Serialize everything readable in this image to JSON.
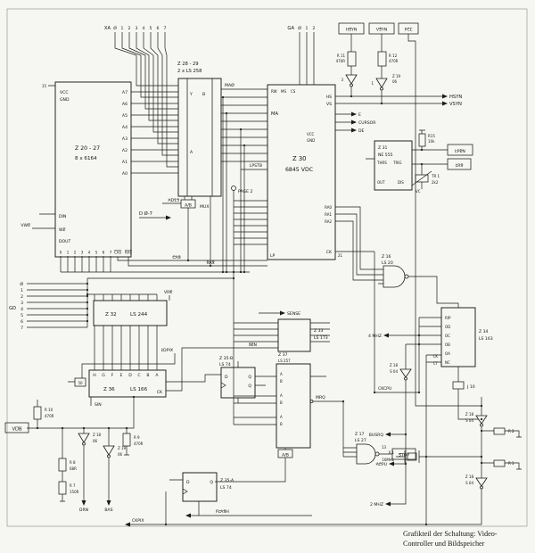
{
  "caption": {
    "line1": "Grafikteil der Schaltung: Video-",
    "line2": "Controller und Bildspeicher"
  },
  "buses": {
    "xa_label": "XA",
    "xa_bits": [
      "Ø",
      "1",
      "2",
      "3",
      "4",
      "5",
      "6",
      "7"
    ],
    "ga_label": "GA",
    "ga_bits": [
      "Ø",
      "1",
      "2"
    ],
    "gd_label": "GD",
    "gd_bits": [
      "Ø",
      "1",
      "2",
      "3",
      "4",
      "5",
      "6",
      "7"
    ],
    "d07_label": "D Ø-7"
  },
  "sync": {
    "hsyn_in": "HSYN",
    "vsyn_in": "VSYN",
    "pcl": "PCL",
    "r11_name": "R 11",
    "r11_value": "470R",
    "r12_name": "R 12",
    "r12_value": "470R",
    "gate3": "3",
    "gate1": "1",
    "z19_name": "Z 19",
    "z19_part": "06",
    "hsyn_out": "HSYN",
    "vsyn_out": "VSYN"
  },
  "ram": {
    "name": "Z 20 - 27",
    "part": "8 x 6164",
    "vcc": "VCC",
    "gnd": "GND",
    "pin15": "15",
    "addr": [
      "A7",
      "A6",
      "A5",
      "A4",
      "A3",
      "A2",
      "A1",
      "A0"
    ],
    "din": "DIN",
    "we": "WE",
    "vwe": "VWE",
    "dout": "DOUT",
    "cas": "CAS",
    "ras": "RAS",
    "bits": [
      "0",
      "1",
      "2",
      "3",
      "4",
      "5",
      "6",
      "7"
    ]
  },
  "mux": {
    "name": "Z 28 - 29",
    "part": "2 x LS 258",
    "col_y": "Y",
    "col_b": "B",
    "col_a": "A",
    "ab_a": "A/",
    "ab_b": "B",
    "mux_label": "MUX",
    "ad15": "AD15",
    "ma0": "MAØ"
  },
  "crtc": {
    "name": "Z 30",
    "part": "6845 VDC",
    "rw": "RW",
    "ms": "MS",
    "cs": "CS",
    "ma": "MA",
    "hs": "HS",
    "vs": "VS",
    "e": "E",
    "cursor": "CURSOR",
    "de": "DE",
    "vcc": "VCC",
    "gnd": "GND",
    "lpstb": "LPSTB",
    "lp": "LP",
    "ck": "CK",
    "pin21": "21",
    "ra0": "RA0",
    "ra1": "RA1",
    "ra2": "RA2",
    "page": "PAGE 2"
  },
  "timer": {
    "name": "Z 31",
    "part": "NE 555",
    "thrs": "THRS",
    "trig": "TRIG",
    "out": "OUT",
    "dis": "DIS",
    "r15_name": "R15",
    "r15_value": "10k",
    "tr1_name": "TR 1",
    "tr1_value": "2k2",
    "vc": "VC",
    "lpen": "LPEN",
    "lrs": "LRS"
  },
  "z16": {
    "name": "Z 16",
    "part": "LS 20"
  },
  "z17": {
    "name": "Z 17",
    "part": "LS 27",
    "pin13": "13",
    "stop": "STOP"
  },
  "z32": {
    "name": "Z 32",
    "part": "LS 244",
    "vre": "VRE"
  },
  "z33": {
    "name": "Z 33",
    "part": "LS 173",
    "sen": "SEN",
    "sense": "SENSE"
  },
  "z34": {
    "name": "Z 34",
    "part": "LS 163",
    "pins": [
      "RIP",
      "OD",
      "OC",
      "OB",
      "OA",
      "NC"
    ],
    "ck": "CK",
    "ct": "CT"
  },
  "z36": {
    "name": "Z 36",
    "part": "LS 166",
    "letters": [
      "H",
      "G",
      "F",
      "E",
      "D",
      "C",
      "B",
      "A"
    ],
    "s0": "50",
    "sin": "SIN",
    "ck": "CK"
  },
  "z35a": {
    "name": "Z 35-A",
    "part": "LS 74",
    "d": "D",
    "q": "Q"
  },
  "z35b": {
    "name": "Z 35-B",
    "part": "LS 74",
    "d": "D",
    "q": "Q",
    "qb": "Q"
  },
  "z37": {
    "name": "Z 37",
    "part": "LS 257",
    "letters": [
      "A",
      "B",
      "A",
      "B",
      "A",
      "B"
    ],
    "ab_a": "A/",
    "ab_b": "B",
    "mrq": "MRQ"
  },
  "clock": {
    "mhz4": "4 MHZ",
    "ckcpu": "CKCPU",
    "busrq": "BUSRQ",
    "acpu": "ACPU",
    "mhz2": "2 MHZ",
    "x1_name": "X 1",
    "x1_value": "16MHz",
    "j10": "J 10",
    "z18a_name": "Z 18",
    "z18a_part": "S 04",
    "z18b_name": "Z 18",
    "z18b_part": "S 04",
    "z18c_name": "Z 18",
    "z18c_part": "S 04",
    "r2": "R 2",
    "r1": "R 1"
  },
  "signals": {
    "cas": "CAS",
    "ras": "RAS",
    "ldpix": "LDPIX",
    "flash": "FLASH",
    "vdb": "VDB",
    "ckpix": "CKPIX"
  },
  "video": {
    "r10_name": "R 10",
    "r10_value": "470R",
    "z18_name": "Z 18",
    "z18_part": "06",
    "z19_name": "Z 19",
    "z19_part": "06",
    "r9_name": "R 9",
    "r9_value": "470R",
    "r8_name": "R 8",
    "r8_value": "68R",
    "r7_name": "R 7",
    "r7_value": "150R",
    "drn": "DRN",
    "bas": "BAS"
  }
}
